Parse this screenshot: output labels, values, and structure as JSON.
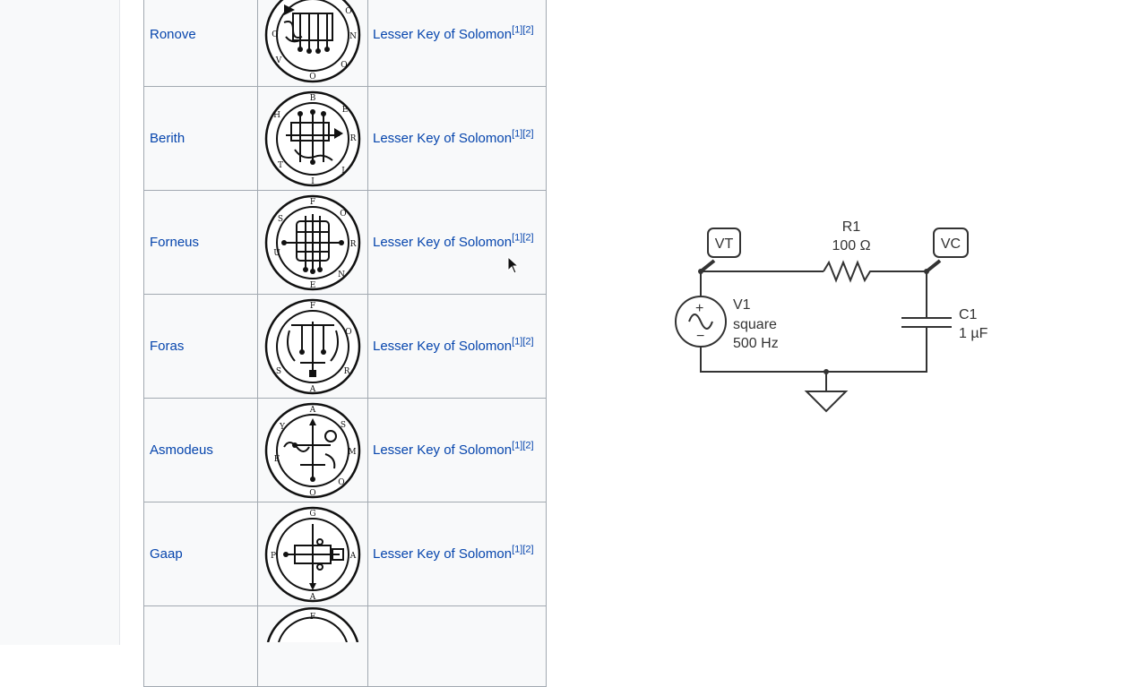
{
  "sidebar": {},
  "table": {
    "source_label": "Lesser Key of Solomon",
    "ref1": "[1]",
    "ref2": "[2]",
    "rows": [
      {
        "name": "Ronove",
        "seal_icon": "ronove-seal-icon"
      },
      {
        "name": "Berith",
        "seal_icon": "berith-seal-icon"
      },
      {
        "name": "Forneus",
        "seal_icon": "forneus-seal-icon"
      },
      {
        "name": "Foras",
        "seal_icon": "foras-seal-icon"
      },
      {
        "name": "Asmodeus",
        "seal_icon": "asmodeus-seal-icon"
      },
      {
        "name": "Gaap",
        "seal_icon": "gaap-seal-icon"
      }
    ]
  },
  "circuit": {
    "probe_vt": "VT",
    "probe_vc": "VC",
    "resistor_name": "R1",
    "resistor_value": "100 Ω",
    "source_name": "V1",
    "source_type": "square",
    "source_freq": "500 Hz",
    "cap_name": "C1",
    "cap_value": "1 µF"
  },
  "colors": {
    "link": "#0645ad",
    "border": "#a2a9b1",
    "cell_bg": "#f8f9fa"
  }
}
